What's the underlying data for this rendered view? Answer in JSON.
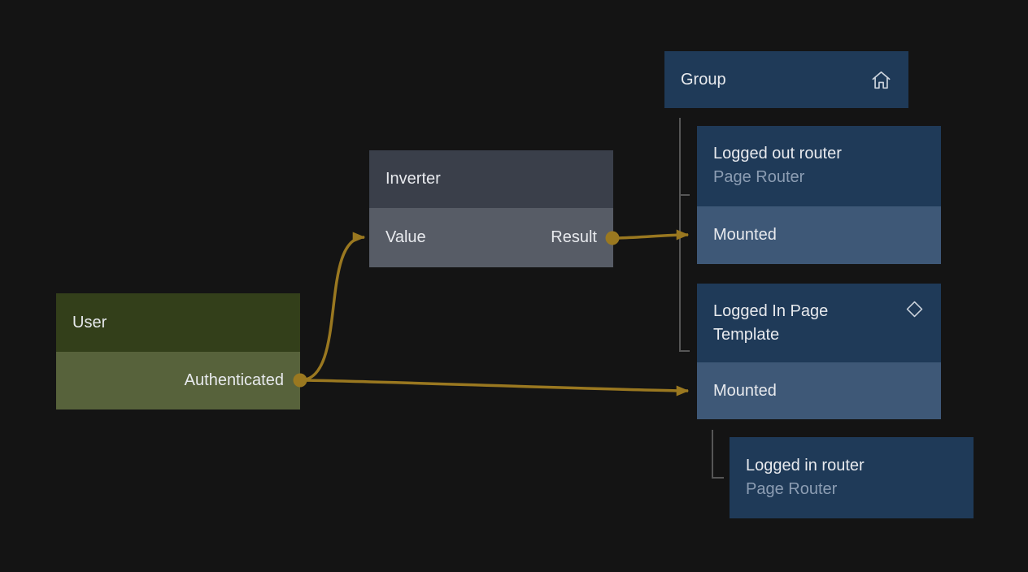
{
  "app": {
    "name": "node graph editor canvas",
    "background_color": "#141414"
  },
  "colors": {
    "node_blue_header": "#1f3a58",
    "node_blue_port": "#3e5877",
    "node_green_header": "#333f1a",
    "node_green_port": "#57623b",
    "node_gray_header": "#3a3f4a",
    "node_gray_port": "#575c66",
    "edge_gold": "#9a7820",
    "group_tree_line": "#565656",
    "text_primary": "#e8eaee",
    "text_subtitle": "#8c9db3"
  },
  "nodes": {
    "user": {
      "title": "User",
      "output_label": "Authenticated"
    },
    "inverter": {
      "title": "Inverter",
      "input_label": "Value",
      "output_label": "Result"
    },
    "group": {
      "title": "Group",
      "icon": "home-icon"
    },
    "logged_out_router": {
      "title": "Logged out router",
      "subtitle": "Page Router",
      "input_label": "Mounted"
    },
    "logged_in_page_template": {
      "title": "Logged In Page Template",
      "icon": "diamond-icon",
      "input_label": "Mounted"
    },
    "logged_in_router": {
      "title": "Logged in router",
      "subtitle": "Page Router"
    }
  },
  "edges": [
    {
      "from": "User.Authenticated",
      "to": "Inverter.Value"
    },
    {
      "from": "User.Authenticated",
      "to": "Logged In Page Template.Mounted"
    },
    {
      "from": "Inverter.Result",
      "to": "Logged out router.Mounted"
    }
  ],
  "hierarchy": [
    {
      "parent": "Group",
      "children": [
        "Logged out router",
        "Logged In Page Template"
      ]
    },
    {
      "parent": "Logged In Page Template",
      "children": [
        "Logged in router"
      ]
    }
  ]
}
